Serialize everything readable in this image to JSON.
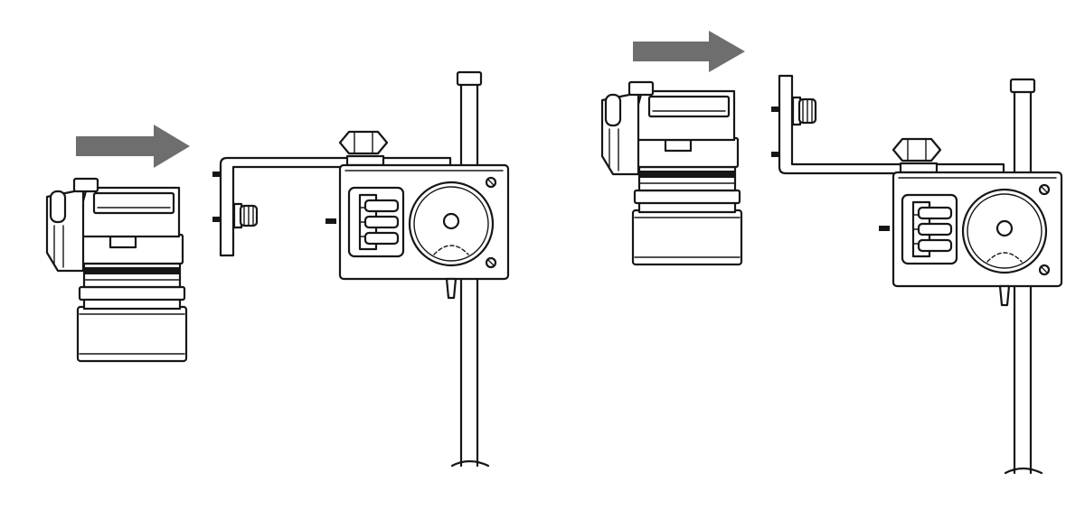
{
  "colors": {
    "background": "#ffffff",
    "line": "#161616",
    "arrow": "#6e6e6e"
  },
  "panels": [
    {
      "name": "step-1",
      "arrow_direction": "right",
      "components": [
        "camera-head",
        "l-bracket",
        "mount-box",
        "support-pole"
      ]
    },
    {
      "name": "step-2",
      "arrow_direction": "right",
      "components": [
        "camera-head",
        "l-bracket",
        "mount-box",
        "support-pole"
      ]
    }
  ]
}
